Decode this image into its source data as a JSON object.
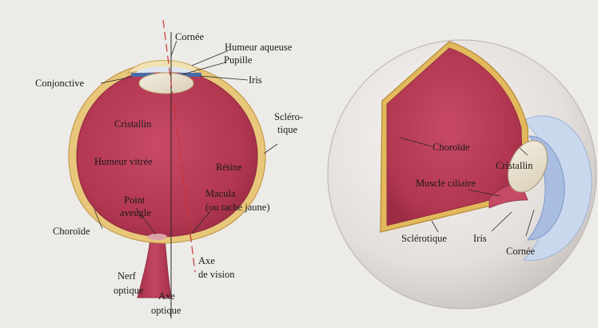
{
  "left_diagram": {
    "labels": {
      "cornee": "Cornée",
      "humeur_aqueuse": "Humeur aqueuse",
      "pupille": "Pupille",
      "iris": "Iris",
      "conjonctive": "Conjonctive",
      "sclerotique_1": "Scléro-",
      "sclerotique_2": "tique",
      "cristallin": "Cristallin",
      "humeur_vitree": "Humeur vitrée",
      "retine": "Rétine",
      "point_aveugle_1": "Point",
      "point_aveugle_2": "aveugle",
      "macula_1": "Macula",
      "macula_2": "(ou tache jaune)",
      "choroide": "Choroïde",
      "nerf_optique_1": "Nerf",
      "nerf_optique_2": "optique",
      "axe_optique_1": "Axe",
      "axe_optique_2": "optique",
      "axe_vision_1": "Axe",
      "axe_vision_2": "de vision"
    }
  },
  "right_diagram": {
    "labels": {
      "choroide": "Choroïde",
      "cristallin": "Cristallin",
      "muscle_ciliaire": "Muscle ciliaire",
      "sclerotique": "Sclérotique",
      "iris": "Iris",
      "cornee": "Cornée"
    }
  },
  "colors": {
    "background": "#ecebe8",
    "sclera_yellow": "#e8c77a",
    "interior_red": "#b83a55",
    "nerve_red": "#b0344a",
    "axis_red": "#cc3333",
    "cornea_blue": "#c9d8ec"
  }
}
